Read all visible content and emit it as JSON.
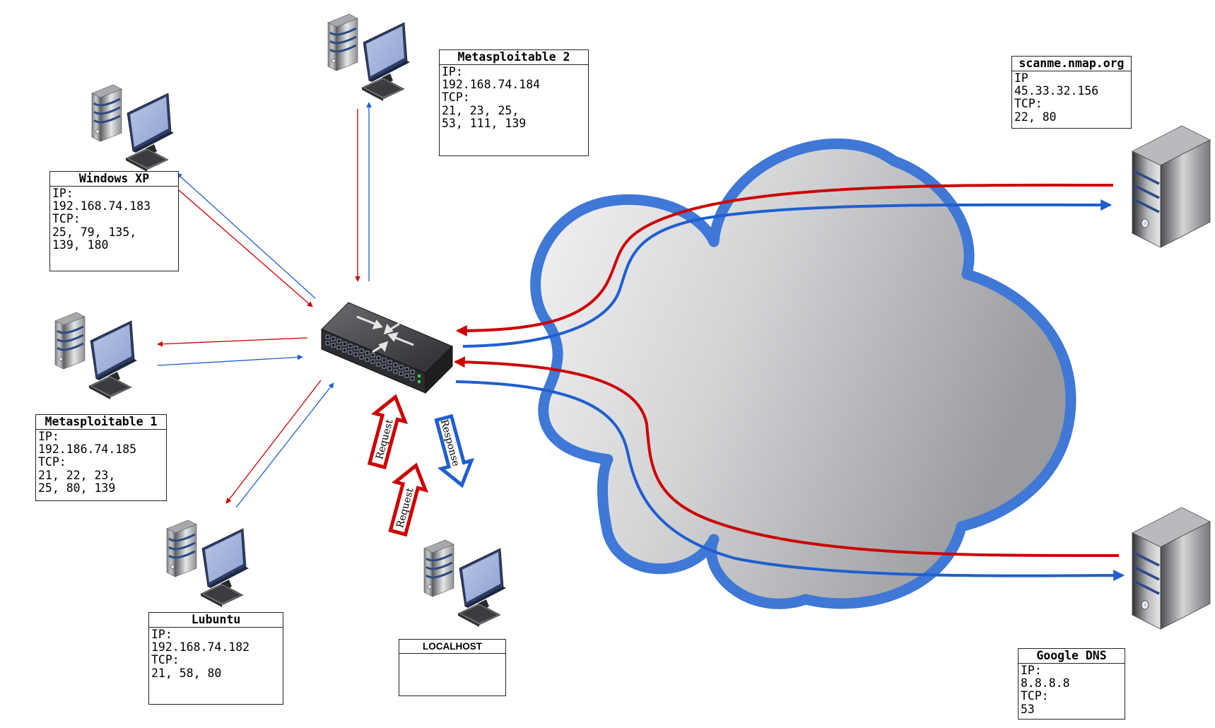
{
  "hosts": {
    "metasploitable2": {
      "title": "Metasploitable 2",
      "lines": [
        "IP:",
        "192.168.74.184",
        "TCP:",
        "21, 23, 25,",
        "53, 111, 139"
      ]
    },
    "windowsxp": {
      "title": "Windows XP",
      "lines": [
        "IP:",
        "192.168.74.183",
        "TCP:",
        "25, 79, 135,",
        "139, 180"
      ]
    },
    "metasploitable1": {
      "title": "Metasploitable 1",
      "lines": [
        "IP:",
        "192.186.74.185",
        "TCP:",
        "21, 22, 23,",
        "25, 80, 139"
      ]
    },
    "lubuntu": {
      "title": "Lubuntu",
      "lines": [
        "IP:",
        "192.168.74.182",
        "TCP:",
        "21, 58, 80"
      ]
    },
    "localhost": {
      "title": "LOCALHOST",
      "lines": []
    },
    "scanme": {
      "title": "scanme.nmap.org",
      "lines": [
        "IP",
        "45.33.32.156",
        "TCP:",
        "22, 80"
      ]
    },
    "googledns": {
      "title": "Google DNS",
      "lines": [
        "IP:",
        "8.8.8.8",
        "TCP:",
        "53"
      ]
    }
  },
  "arrow_labels": {
    "request_1": "Request",
    "response": "Response",
    "request_2": "Request"
  },
  "colors": {
    "request": "#cc0000",
    "response": "#1f5fcf",
    "cloud_outline": "#3f78d6",
    "cloud_fill_light": "#f4f4f5",
    "cloud_fill_dark": "#9e9fa3"
  },
  "icons": {
    "workstation": "desktop-computer-icon",
    "switch": "network-switch-icon",
    "server": "tower-server-icon",
    "cloud": "internet-cloud-icon"
  }
}
